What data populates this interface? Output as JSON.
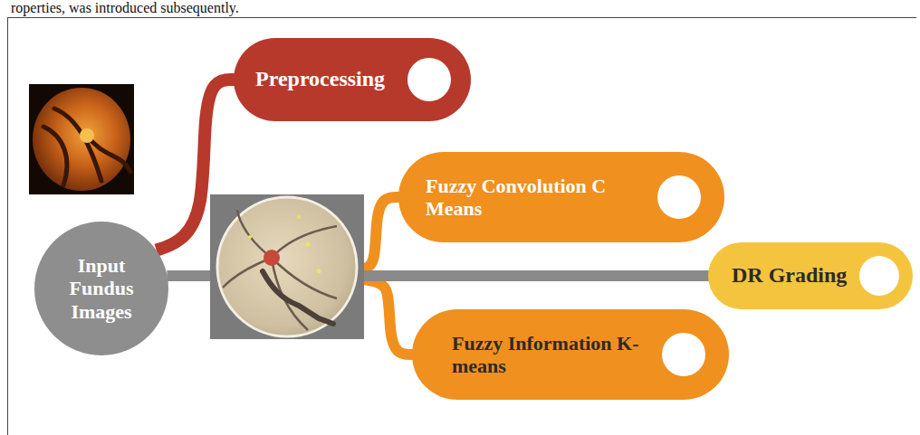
{
  "diagram": {
    "nodes": [
      {
        "text": [
          "Input Fundus Images"
        ]
      },
      {
        "text": [
          "Preprocessing"
        ]
      },
      {
        "text": [
          "Fuzzy Convolution C Means"
        ]
      },
      {
        "text": [
          "Fuzzy Information K-means"
        ]
      },
      {
        "text": [
          "DR Grading"
        ]
      }
    ],
    "edges": [
      {
        "from": 0,
        "to": 1,
        "arrow": "none"
      },
      {
        "from": 0,
        "to": 2,
        "arrow": "none"
      },
      {
        "from": 0,
        "to": 3,
        "arrow": "none"
      },
      {
        "from": 0,
        "to": 4,
        "arrow": "none"
      }
    ],
    "labels": [
      "roperties, was introduced subsequently."
    ]
  }
}
